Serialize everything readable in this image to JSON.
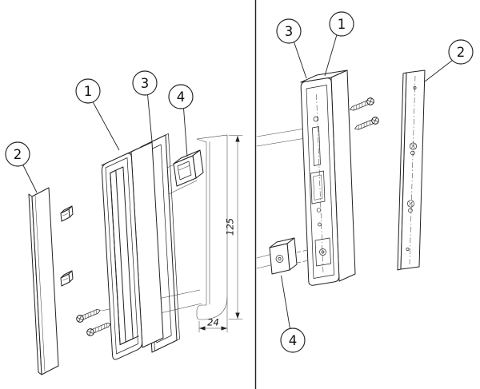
{
  "left": {
    "callouts": {
      "c1": "1",
      "c2": "2",
      "c3": "3",
      "c4": "4"
    },
    "dimensions": {
      "height": "125",
      "width": "24"
    }
  },
  "right": {
    "callouts": {
      "c1": "1",
      "c2": "2",
      "c3": "3",
      "c4": "4"
    }
  }
}
